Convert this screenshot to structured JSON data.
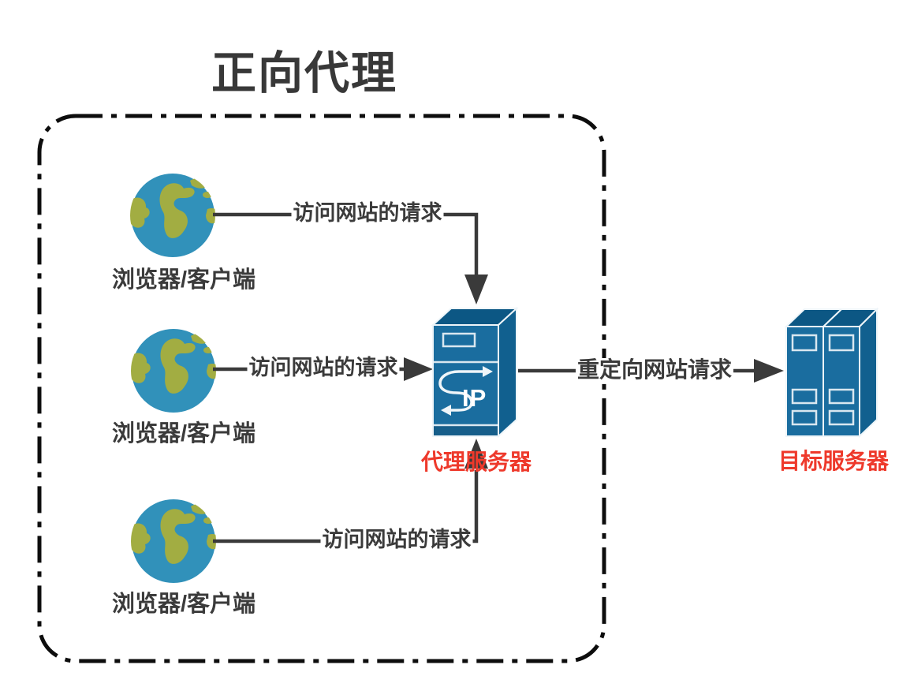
{
  "title": "正向代理",
  "boundary": {
    "type": "dashed-rounded-rect",
    "encloses": "clients"
  },
  "clients": [
    {
      "icon": "globe-icon",
      "label": "浏览器/客户端",
      "request_label": "访问网站的请求"
    },
    {
      "icon": "globe-icon",
      "label": "浏览器/客户端",
      "request_label": "访问网站的请求"
    },
    {
      "icon": "globe-icon",
      "label": "浏览器/客户端",
      "request_label": "访问网站的请求"
    }
  ],
  "proxy_server": {
    "icon": "proxy-server-icon",
    "icon_text": "IP",
    "label": "代理服务器"
  },
  "redirect_arrow": {
    "label": "重定向网站请求"
  },
  "target_server": {
    "icon": "server-rack-icon",
    "label": "目标服务器"
  },
  "colors": {
    "line_dark": "#3a3a3a",
    "label_red": "#ee392b",
    "server_blue_front": "#1a6d9f",
    "server_blue_top": "#0c5784",
    "server_blue_side": "#11608f",
    "globe_sea": "#3191ba",
    "globe_land": "#a2ad42",
    "title_gray": "#383838",
    "border_black": "#0d0d0d"
  }
}
